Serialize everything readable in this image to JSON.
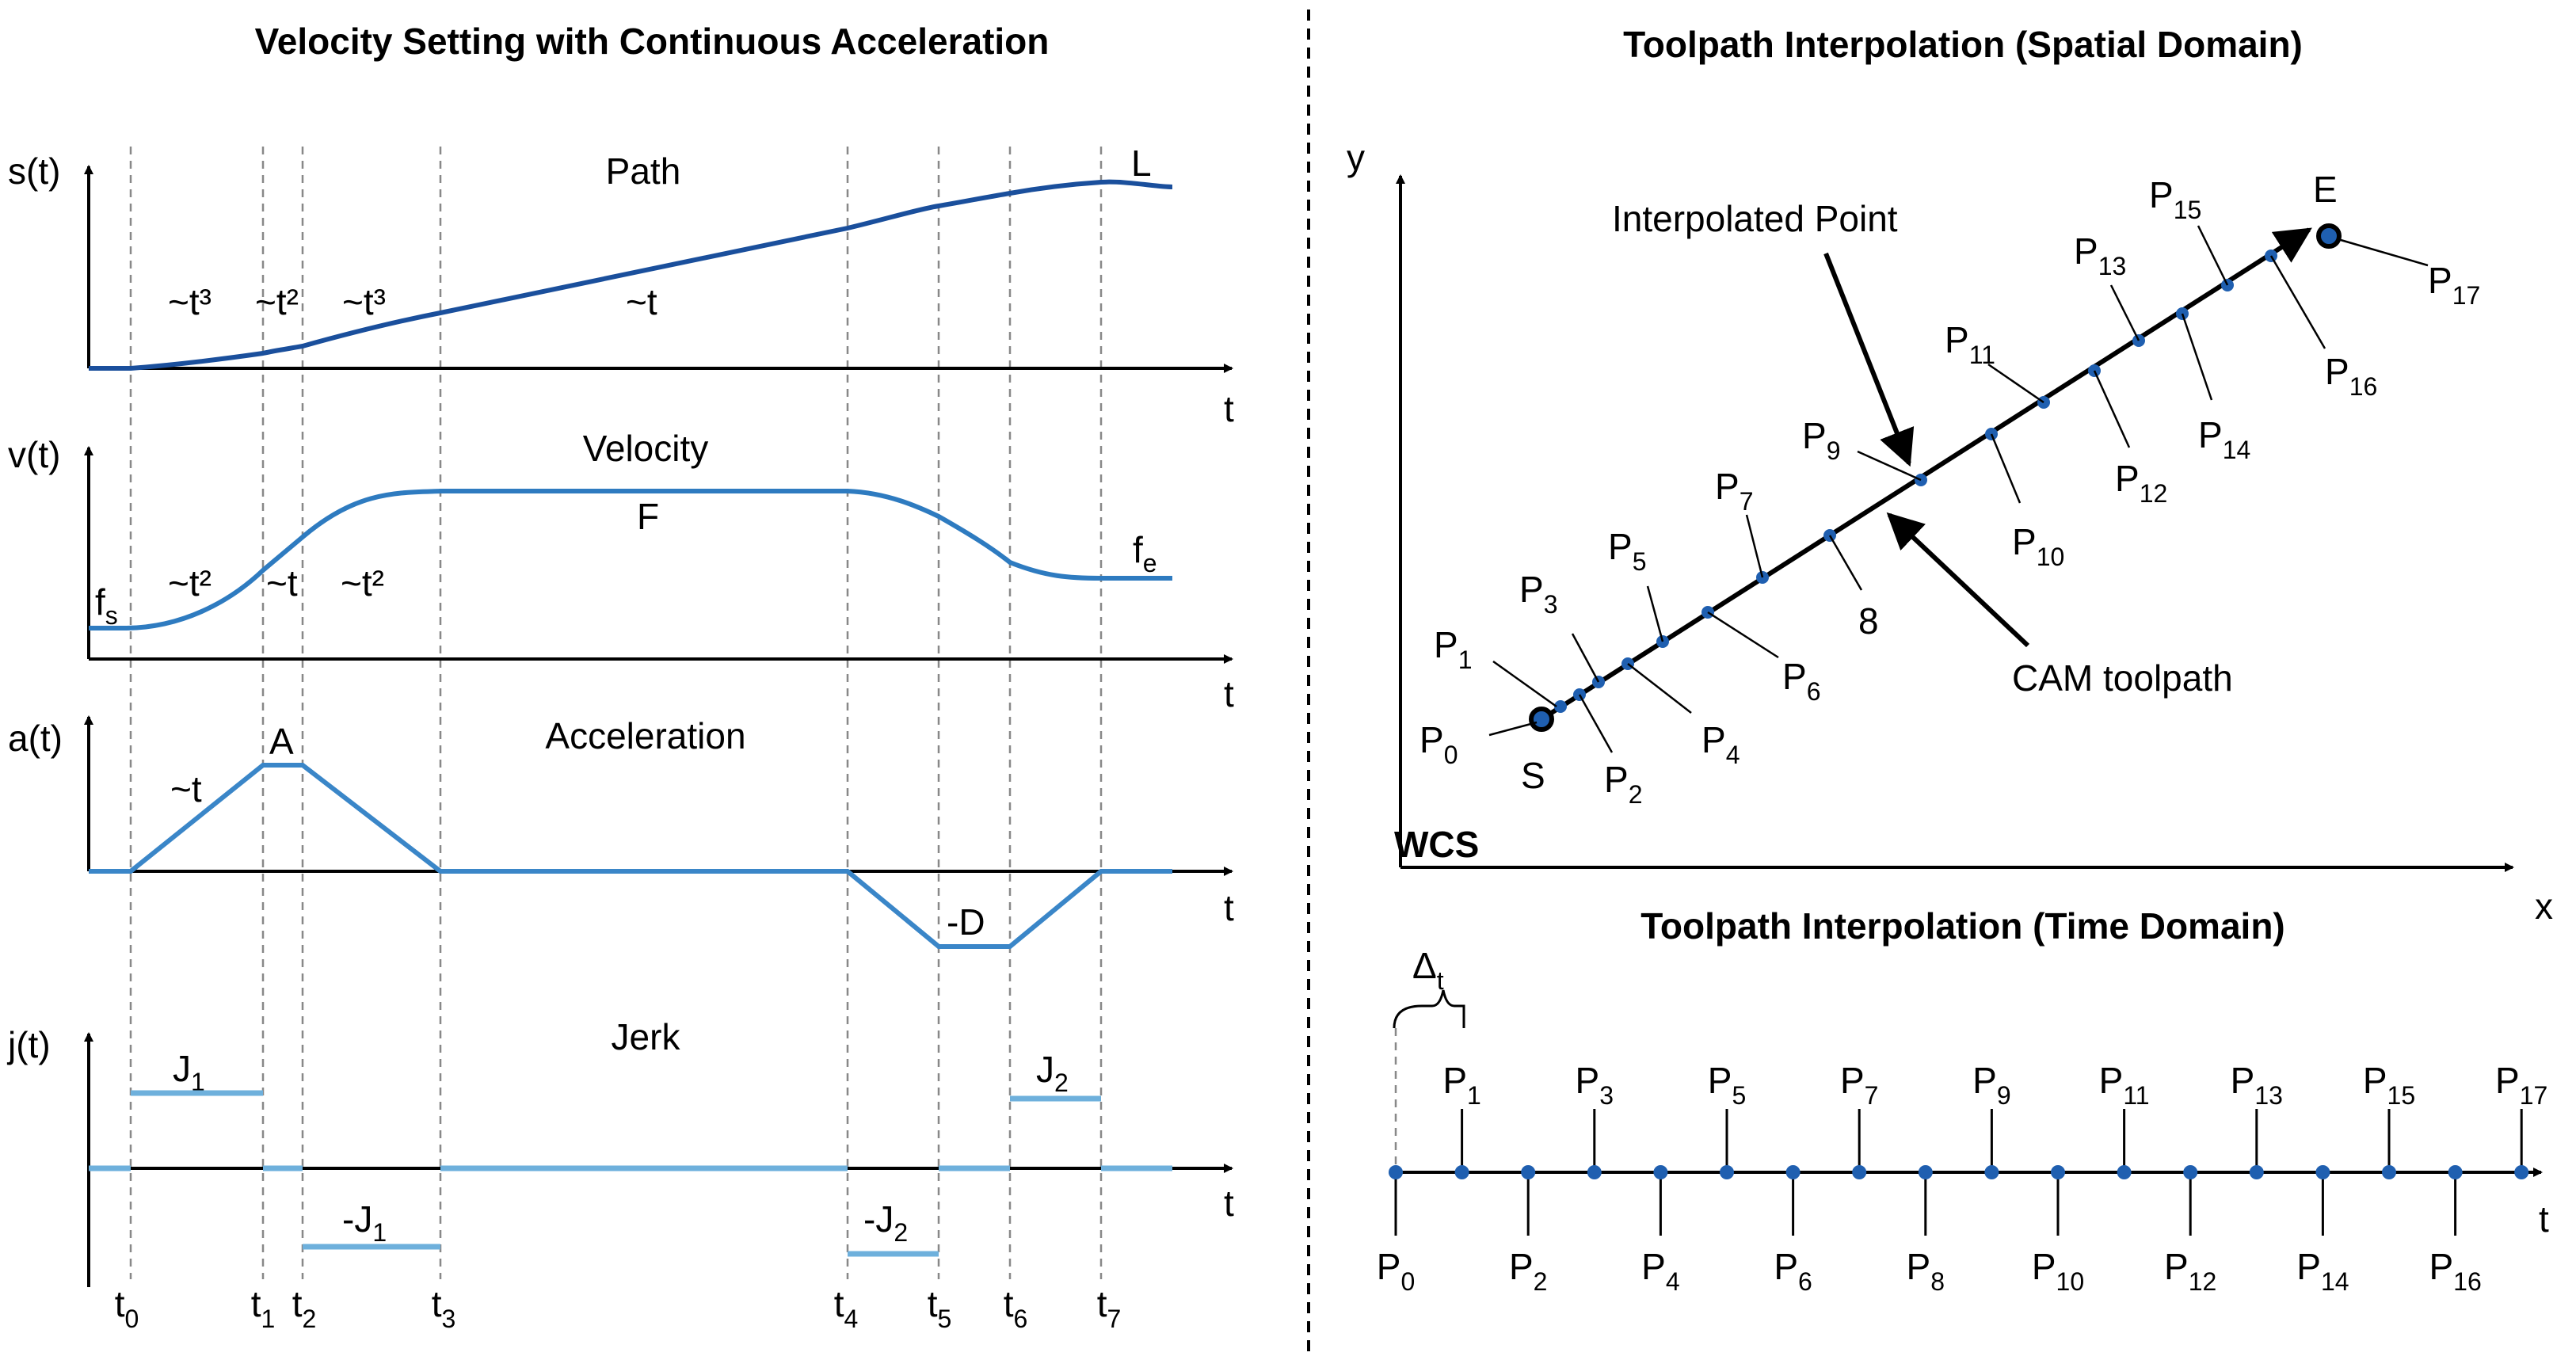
{
  "left": {
    "title": "Velocity Setting with Continuous Acceleration",
    "time_labels": [
      "t0",
      "t1",
      "t2",
      "t3",
      "t4",
      "t5",
      "t6",
      "t7"
    ],
    "t_axis": "t",
    "path": {
      "ylabel": "s(t)",
      "curve_label": "Path",
      "end_label": "L",
      "segment_labels": [
        "~t³",
        "~t²",
        "~t³",
        "~t"
      ]
    },
    "velocity": {
      "ylabel": "v(t)",
      "curve_label": "Velocity",
      "plateau_label": "F",
      "start_label": "fs",
      "end_label": "fe",
      "segment_labels": [
        "~t²",
        "~t",
        "~t²"
      ]
    },
    "acceleration": {
      "ylabel": "a(t)",
      "curve_label": "Acceleration",
      "peak_label": "A",
      "trough_label": "-D",
      "segment_label": "~t"
    },
    "jerk": {
      "ylabel": "j(t)",
      "curve_label": "Jerk",
      "labels": [
        "J1",
        "-J1",
        "-J2",
        "J2"
      ]
    }
  },
  "right_top": {
    "title": "Toolpath Interpolation (Spatial Domain)",
    "x_axis": "x",
    "y_axis": "y",
    "frame_label": "WCS",
    "start_label": "S",
    "end_label": "E",
    "annotation_interpolated": "Interpolated Point",
    "annotation_cam": "CAM toolpath",
    "point_labels": [
      "P0",
      "P1",
      "P2",
      "P3",
      "P4",
      "P5",
      "P6",
      "P7",
      "8",
      "P9",
      "P10",
      "P11",
      "P12",
      "P13",
      "P14",
      "P15",
      "P16",
      "P17"
    ]
  },
  "right_bottom": {
    "title": "Toolpath Interpolation (Time Domain)",
    "t_axis": "t",
    "delta_label": "Δt",
    "point_labels": [
      "P0",
      "P1",
      "P2",
      "P3",
      "P4",
      "P5",
      "P6",
      "P7",
      "P8",
      "P9",
      "P10",
      "P11",
      "P12",
      "P13",
      "P14",
      "P15",
      "P16",
      "P17"
    ]
  },
  "colors": {
    "path_curve": "#1a4f9c",
    "velocity_curve": "#2e7bc0",
    "accel_curve": "#3a86c8",
    "jerk_curve": "#6eb0dc",
    "point_fill": "#1f5fb0"
  }
}
